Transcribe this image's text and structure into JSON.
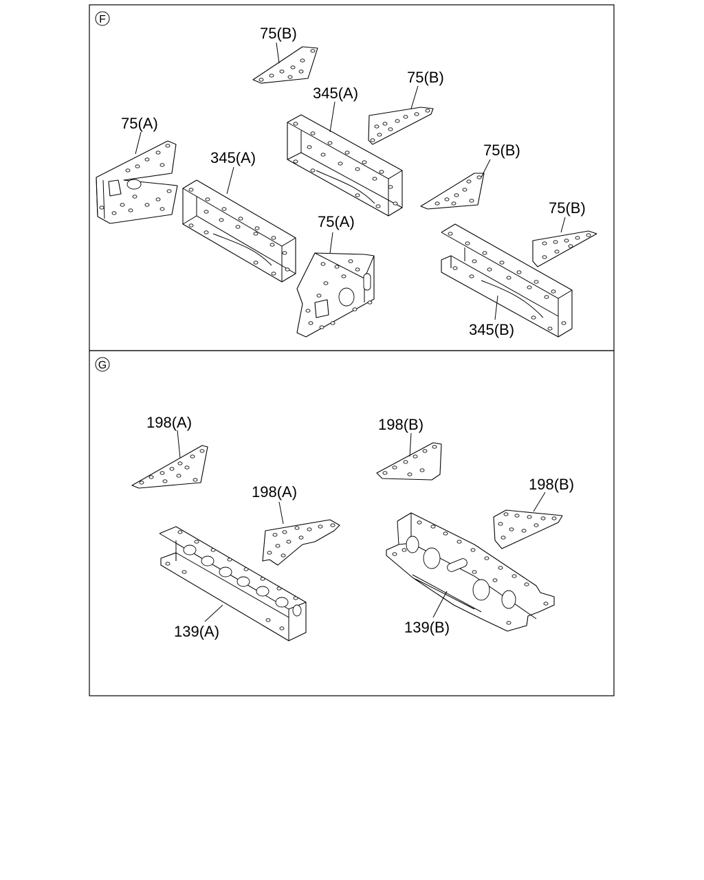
{
  "sections": [
    {
      "id": "F",
      "letter": "F"
    },
    {
      "id": "G",
      "letter": "G"
    }
  ],
  "labels": {
    "f_75b_top": "75(B)",
    "f_75b_mid": "75(B)",
    "f_345a_top": "345(A)",
    "f_75a_left": "75(A)",
    "f_345a_left": "345(A)",
    "f_75b_right": "75(B)",
    "f_75b_far": "75(B)",
    "f_75a_center": "75(A)",
    "f_345b": "345(B)",
    "g_198a_left": "198(A)",
    "g_198b_center": "198(B)",
    "g_198a_mid": "198(A)",
    "g_198b_right": "198(B)",
    "g_139a": "139(A)",
    "g_139b": "139(B)"
  }
}
